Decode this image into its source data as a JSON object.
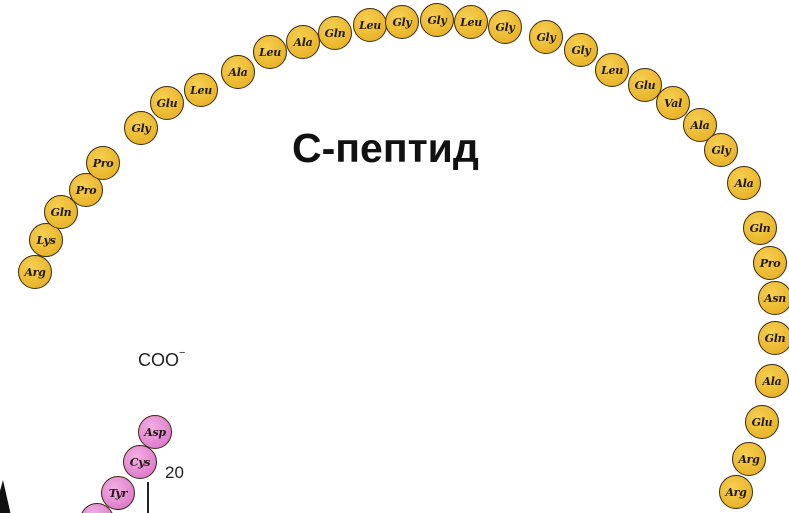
{
  "title": "C-пептид",
  "c_peptide_residues": [
    "Arg",
    "Lys",
    "Gln",
    "Pro",
    "Pro",
    "Gly",
    "Glu",
    "Leu",
    "Ala",
    "Leu",
    "Ala",
    "Gln",
    "Leu",
    "Gly",
    "Gly",
    "Leu",
    "Gly",
    "Gly",
    "Gly",
    "Leu",
    "Glu",
    "Val",
    "Ala",
    "Gly",
    "Ala",
    "Gln",
    "Pro",
    "Asn",
    "Gln",
    "Ala",
    "Glu",
    "Arg",
    "Arg"
  ],
  "a_chain_residues": [
    "Asp",
    "Cys",
    "Tyr",
    ""
  ],
  "a_chain_terminus": "COO",
  "a_chain_terminus_charge": "−",
  "a_chain_residue_number": "20",
  "colors": {
    "c_peptide_bead": "#e9b52b",
    "a_chain_bead": "#df7fcd",
    "outline": "#3a2a10",
    "text": "#111111"
  }
}
